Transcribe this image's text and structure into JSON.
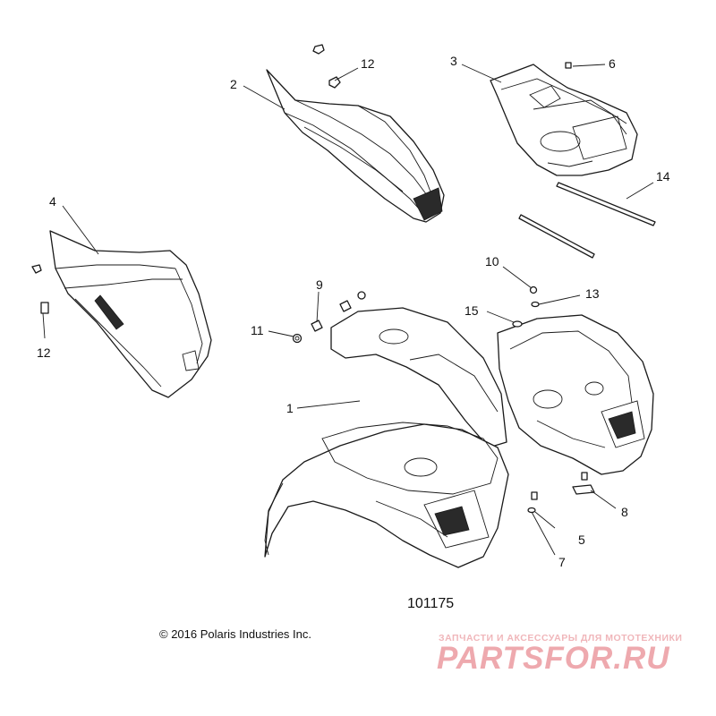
{
  "callouts": {
    "c1": "1",
    "c2": "2",
    "c3": "3",
    "c4": "4",
    "c5": "5",
    "c6": "6",
    "c7": "7",
    "c8": "8",
    "c9": "9",
    "c10": "10",
    "c11": "11",
    "c12a": "12",
    "c12b": "12",
    "c13": "13",
    "c14": "14",
    "c15": "15"
  },
  "diagram_id": "101175",
  "copyright": "© 2016 Polaris Industries Inc.",
  "watermark": {
    "tagline": "ЗАПЧАСТИ И АКСЕССУАРЫ ДЛЯ МОТОТЕХНИКИ",
    "logo": "PARTSFOR.RU"
  },
  "colors": {
    "line": "#1a1a1a",
    "watermark": "#eea9ae"
  }
}
